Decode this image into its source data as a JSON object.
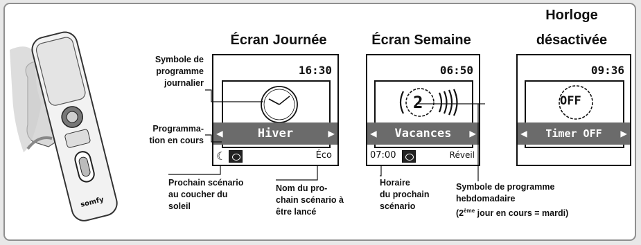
{
  "titles": {
    "day_screen": "Écran Journée",
    "week_screen": "Écran Semaine",
    "clock_off_line1": "Horloge",
    "clock_off_line2": "désactivée"
  },
  "annotations": {
    "daily_symbol": [
      "Symbole de",
      "programme",
      "journalier"
    ],
    "current_program": [
      "Programma-",
      "tion en cours"
    ],
    "next_sunset": [
      "Prochain scénario",
      "au coucher du",
      "soleil"
    ],
    "next_name": [
      "Nom du pro-",
      "chain scénario à",
      "être lancé"
    ],
    "next_time": [
      "Horaire",
      "du prochain",
      "scénario"
    ],
    "weekly_symbol_line1": "Symbole de programme",
    "weekly_symbol_line2": "hebdomadaire",
    "weekly_symbol_line3_pre": "(2",
    "weekly_symbol_line3_sup": "ème",
    "weekly_symbol_line3_post": " jour en cours = mardi)"
  },
  "screens": {
    "day": {
      "time": "16:30",
      "program": "Hiver",
      "next_label": "Éco",
      "moon_icon": "moon-icon"
    },
    "week": {
      "time": "06:50",
      "program": "Vacances",
      "day_number": "2",
      "next_time": "07:00",
      "next_label": "Réveil"
    },
    "off": {
      "time": "09:36",
      "program": "Timer OFF",
      "badge": "OFF"
    }
  },
  "device": {
    "brand": "somfy"
  },
  "colors": {
    "bar": "#6b6b6b",
    "frame_border": "#8f8f8f",
    "background": "#e8e8e8"
  }
}
